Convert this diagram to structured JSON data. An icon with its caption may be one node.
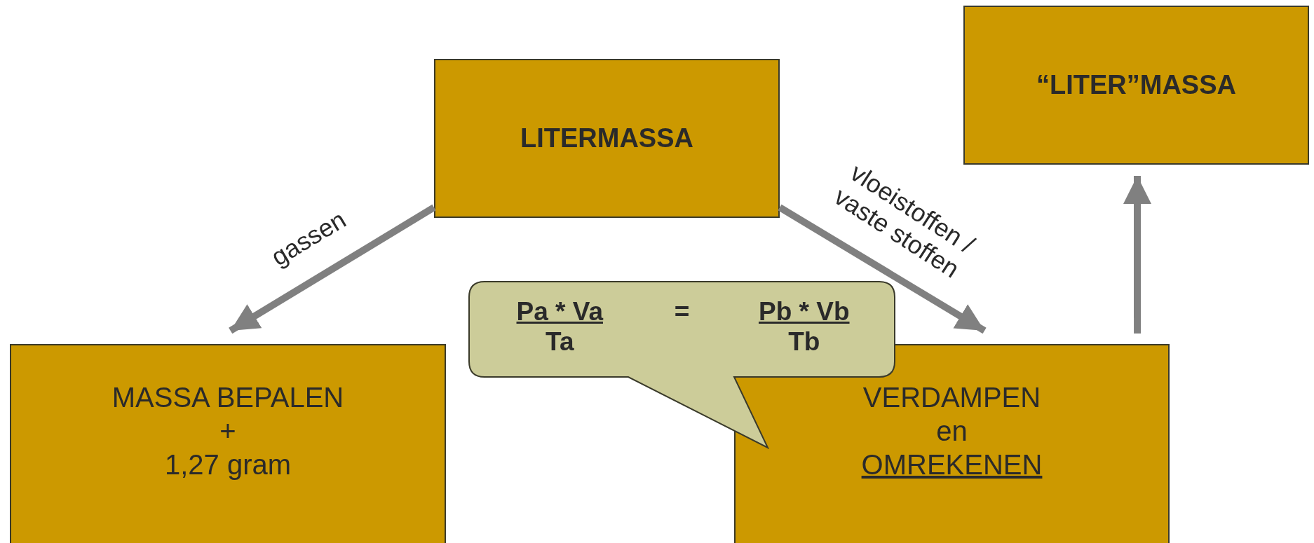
{
  "diagram": {
    "nodes": [
      {
        "text": [
          "“LITER”MASSA"
        ]
      },
      {
        "text": [
          "LITERMASSA"
        ]
      },
      {
        "text": [
          "MASSA BEPALEN",
          "+",
          "1,27 gram"
        ]
      },
      {
        "text": [
          "Pa * Va",
          "=",
          "Pb * Vb",
          "Ta",
          "Tb"
        ]
      },
      {
        "text": [
          "VERDAMPEN",
          "en",
          "OMREKENEN"
        ]
      }
    ],
    "edges": [
      {
        "from": 1,
        "to": 2,
        "arrow": "to",
        "label": "gassen"
      },
      {
        "from": 1,
        "to": 4,
        "arrow": "to",
        "label": "vloeistoffen / vaste stoffen"
      },
      {
        "from": 4,
        "to": 0,
        "arrow": "to"
      }
    ]
  }
}
